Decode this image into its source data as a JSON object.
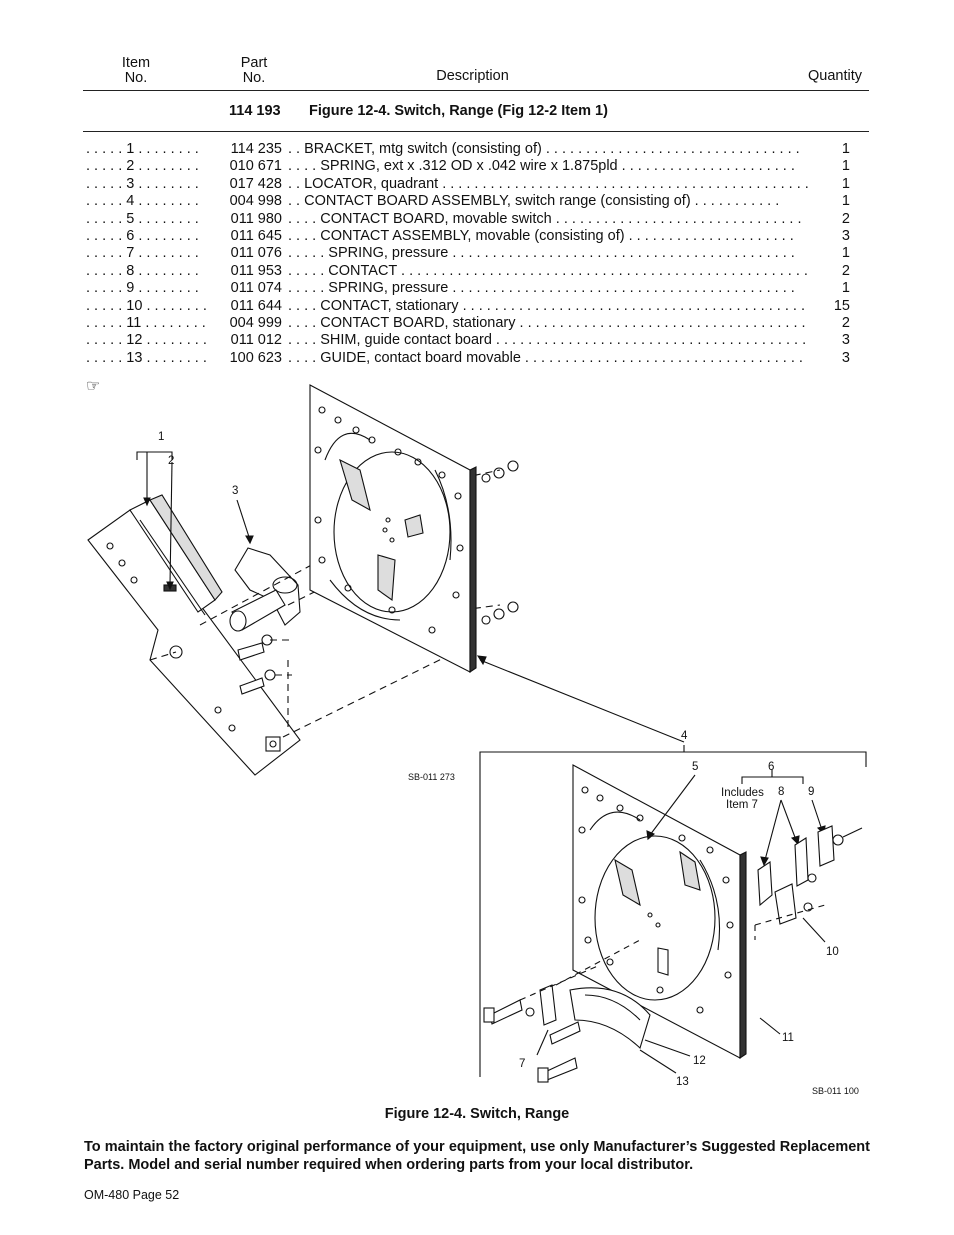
{
  "table_header": {
    "item": "Item\nNo.",
    "part": "Part\nNo.",
    "description": "Description",
    "quantity": "Quantity"
  },
  "figure_heading": {
    "part_no": "114 193",
    "title": "Figure 12-4. Switch, Range (Fig 12-2 Item 1)"
  },
  "parts": [
    {
      "item": ". . . . .  1 . . . . . . . .",
      "part": "114 235",
      "desc": ". .  BRACKET, mtg switch (consisting of) . . . . . . . . . . . . . . . . . . . . . . . . . . . . . . . .",
      "qty": "1"
    },
    {
      "item": ". . . . .  2 . . . . . . . .",
      "part": "010 671",
      "desc": ". . . .  SPRING, ext x .312 OD x .042 wire x 1.875pld . . . . . . . . . . . . . . . . . . . . . .",
      "qty": "1"
    },
    {
      "item": ". . . . .  3 . . . . . . . .",
      "part": "017 428",
      "desc": ". .  LOCATOR, quadrant . . . . . . . . . . . . . . . . . . . . . . . . . . . . . . . . . . . . . . . . . . . . . .",
      "qty": "1"
    },
    {
      "item": ". . . . .  4 . . . . . . . .",
      "part": "004 998",
      "desc": ". .  CONTACT BOARD ASSEMBLY, switch range (consisting of)  . . . . . . . . . . .",
      "qty": "1"
    },
    {
      "item": ". . . . .  5 . . . . . . . .",
      "part": "011 980",
      "desc": ". . . .  CONTACT BOARD, movable switch . . . . . . . . . . . . . . . . . . . . . . . . . . . . . . .",
      "qty": "2"
    },
    {
      "item": ". . . . .  6 . . . . . . . .",
      "part": "011 645",
      "desc": ". . . .  CONTACT ASSEMBLY, movable (consisting of) . . . . . . . . . . . . . . . . . . . . .",
      "qty": "3"
    },
    {
      "item": ". . . . .  7 . . . . . . . .",
      "part": "011 076",
      "desc": ". . . . .   SPRING, pressure  . . . . . . . . . . . . . . . . . . . . . . . . . . . . . . . . . . . . . . . . . . .",
      "qty": "1"
    },
    {
      "item": ". . . . .  8 . . . . . . . .",
      "part": "011 953",
      "desc": ". . . . .   CONTACT  . . . . . . . . . . . . . . . . . . . . . . . . . . . . . . . . . . . . . . . . . . . . . . . . . . .",
      "qty": "2"
    },
    {
      "item": ". . . . .  9 . . . . . . . .",
      "part": "011 074",
      "desc": ". . . . .   SPRING, pressure  . . . . . . . . . . . . . . . . . . . . . . . . . . . . . . . . . . . . . . . . . . .",
      "qty": "1"
    },
    {
      "item": ". . . . . 10  . . . . . . . .",
      "part": "011 644",
      "desc": ". . . .  CONTACT, stationary . . . . . . . . . . . . . . . . . . . . . . . . . . . . . . . . . . . . . . . . . . .",
      "qty": "15"
    },
    {
      "item": ". . . . . 11 . . . . . . . .",
      "part": "004 999",
      "desc": ". . . .  CONTACT BOARD, stationary . . . . . . . . . . . . . . . . . . . . . . . . . . . . . . . . . . . .",
      "qty": "2"
    },
    {
      "item": ". . . . . 12  . . . . . . . .",
      "part": "011 012",
      "desc": ". . . .  SHIM, guide contact board  . . . . . . . . . . . . . . . . . . . . . . . . . . . . . . . . . . . . . . .",
      "qty": "3"
    },
    {
      "item": ". . . . . 13  . . . . . . . .",
      "part": "100 623",
      "desc": ". . . .  GUIDE, contact board movable  . . . . . . . . . . . . . . . . . . . . . . . . . . . . . . . . . . .",
      "qty": "3"
    }
  ],
  "hand_symbol": "☞",
  "drawing": {
    "callouts_top": [
      "1",
      "2",
      "3"
    ],
    "callouts_bottom": [
      "4",
      "5",
      "6",
      "8",
      "9",
      "10",
      "11",
      "12",
      "13",
      "7"
    ],
    "includes_note_1": "Includes",
    "includes_note_2": "Item 7",
    "ref_top": "SB-011 273",
    "ref_bottom": "SB-011 100"
  },
  "figure_caption": "Figure 12-4. Switch, Range",
  "notice": "To maintain the factory original performance of your equipment, use only Manufacturer’s Suggested Replacement Parts. Model and serial number required when ordering parts from your local distributor.",
  "footer": "OM-480 Page 52"
}
